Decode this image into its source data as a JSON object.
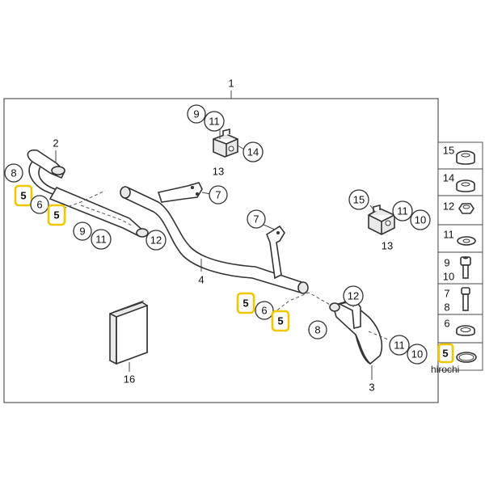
{
  "main_label": "1",
  "callouts": {
    "c2": "2",
    "c3": "3",
    "c4": "4",
    "c5a": "5",
    "c5b": "5",
    "c5c": "5",
    "c5d": "5",
    "c6a": "6",
    "c6b": "6",
    "c7a": "7",
    "c7b": "7",
    "c8a": "8",
    "c8b": "8",
    "c9a": "9",
    "c9b": "9",
    "c10a": "10",
    "c10b": "10",
    "c11a": "11",
    "c11b": "11",
    "c11c": "11",
    "c11d": "11",
    "c12a": "12",
    "c12b": "12",
    "c13a": "13",
    "c13b": "13",
    "c14": "14",
    "c15": "15",
    "c16": "16"
  },
  "legend": {
    "r15": "15",
    "r14": "14",
    "r12": "12",
    "r11": "11",
    "r9": "9",
    "r10": "10",
    "r7": "7",
    "r8": "8",
    "r6": "6",
    "r5": "5"
  },
  "watermark": "hirochi",
  "colors": {
    "highlight": "#f0c800",
    "line": "#333333"
  }
}
